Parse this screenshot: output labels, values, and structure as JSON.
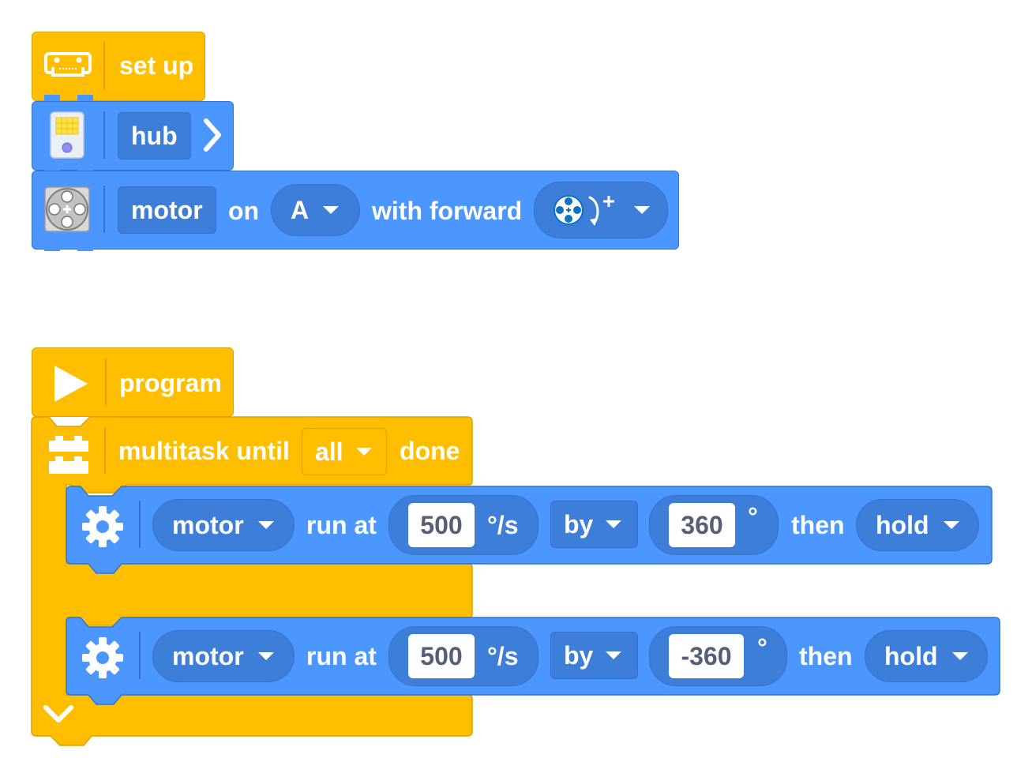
{
  "setup_stack": {
    "hat_label": "set up",
    "hub_block": {
      "label": "hub"
    },
    "motor_block": {
      "type_label": "motor",
      "on_label": "on",
      "port": "A",
      "direction_label": "with forward",
      "direction_icon": "clockwise-plus-icon"
    }
  },
  "program_stack": {
    "hat_label": "program",
    "multitask": {
      "label": "multitask until",
      "mode": "all",
      "done_label": "done"
    },
    "tasks": [
      {
        "device": "motor",
        "run_label": "run at",
        "speed": "500",
        "speed_unit": "°/s",
        "by_mode": "by",
        "amount": "360",
        "amount_unit": "°",
        "then_label": "then",
        "end_action": "hold"
      },
      {
        "device": "motor",
        "run_label": "run at",
        "speed": "500",
        "speed_unit": "°/s",
        "by_mode": "by",
        "amount": "-360",
        "amount_unit": "°",
        "then_label": "then",
        "end_action": "hold"
      }
    ]
  },
  "colors": {
    "event_yellow": "#FFBF00",
    "event_border": "#D9A300",
    "motion_blue": "#4C97FF",
    "motion_border": "#3373CC",
    "field_blue": "#3d7ed8",
    "number_text": "#575E75"
  }
}
